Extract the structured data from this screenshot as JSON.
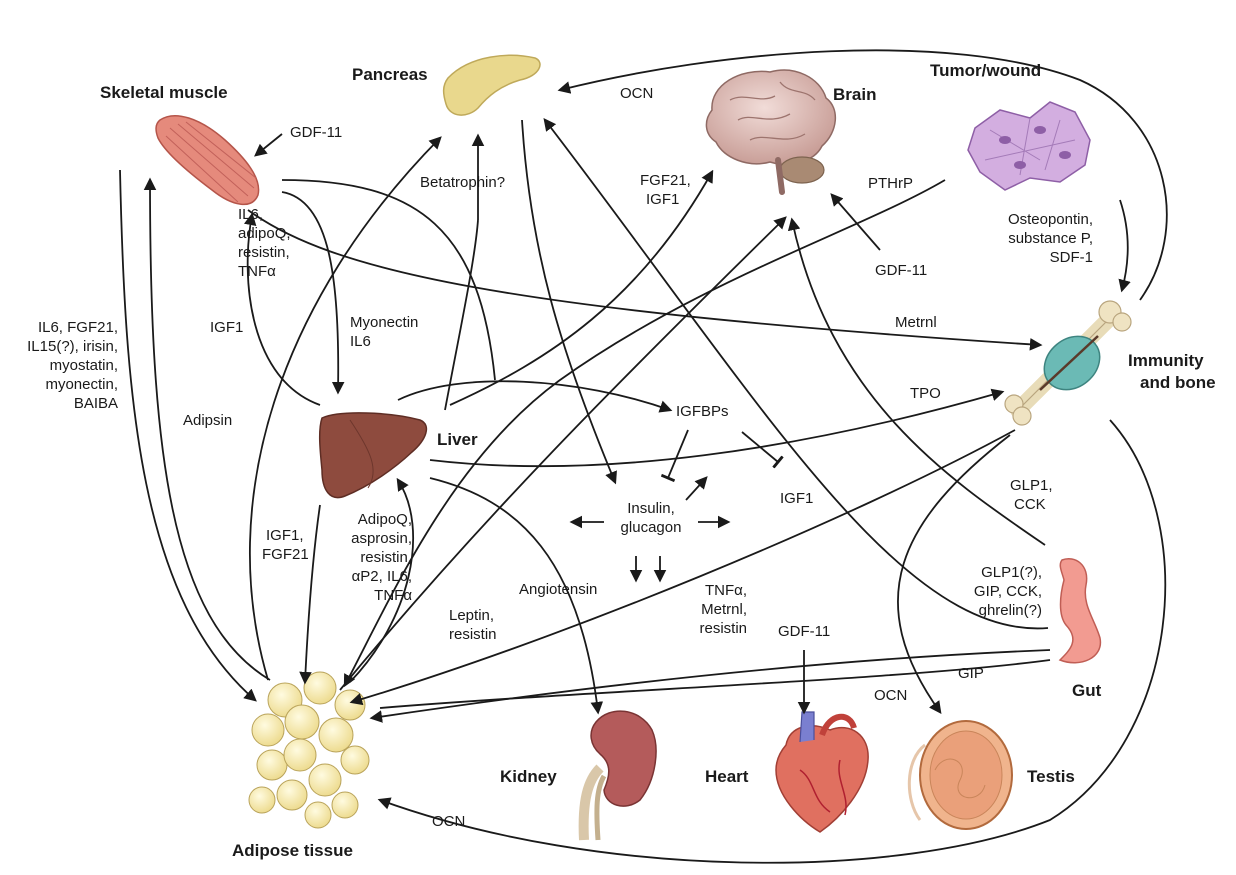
{
  "organs": {
    "skeletal_muscle": "Skeletal muscle",
    "pancreas": "Pancreas",
    "brain": "Brain",
    "tumor_wound": "Tumor/wound",
    "immunity_bone": [
      "Immunity",
      "and bone"
    ],
    "liver": "Liver",
    "gut": "Gut",
    "kidney": "Kidney",
    "heart": "Heart",
    "testis": "Testis",
    "adipose": "Adipose tissue"
  },
  "factors": {
    "gdf11_muscle": "GDF-11",
    "ocn_top": "OCN",
    "betatrophin": "Betatrophin?",
    "fgf21_igf1": [
      "FGF21,",
      "IGF1"
    ],
    "pthrp": "PTHrP",
    "gdf11_brain": "GDF-11",
    "muscle_secreted": [
      "IL6,",
      "adipoQ,",
      "resistin,",
      "TNFα"
    ],
    "tumor_secreted": [
      "Osteopontin,",
      "substance P,",
      "SDF-1"
    ],
    "muscle_to_adipose": [
      "IL6, FGF21,",
      "IL15(?), irisin,",
      "myostatin,",
      "myonectin,",
      "BAIBA"
    ],
    "igf1_liver_muscle": "IGF1",
    "myonectin": [
      "Myonectin",
      "IL6"
    ],
    "metrnl_top": "Metrnl",
    "adipsin": "Adipsin",
    "igfbps": "IGFBPs",
    "tpo": "TPO",
    "igf1_liver_adipose": [
      "IGF1,",
      "FGF21"
    ],
    "adipose_secreted": [
      "AdipoQ,",
      "asprosin,",
      "resistin,",
      "αP2, IL6,",
      "TNFα"
    ],
    "insulin_glucagon": [
      "Insulin,",
      "glucagon"
    ],
    "igf1_right": "IGF1",
    "glp1_cck": [
      "GLP1,",
      "CCK"
    ],
    "gut_secreted": [
      "GLP1(?),",
      "GIP, CCK,",
      "ghrelin(?)"
    ],
    "angiotensin": "Angiotensin",
    "leptin": [
      "Leptin,",
      "resistin"
    ],
    "bone_secreted": [
      "TNFα,",
      "Metrnl,",
      "resistin"
    ],
    "gdf11_heart": "GDF-11",
    "gip": "GIP",
    "ocn_testis": "OCN",
    "ocn_bottom": "OCN"
  },
  "colors": {
    "arrow": "#1a1a1a",
    "muscle": "#e07a6c",
    "pancreas": "#e4d38c",
    "brain": "#d9b3ad",
    "tumor": "#c79ad8",
    "bone": "#e8dcb8",
    "marrow": "#5fb3b3",
    "liver": "#8b4a3c",
    "adipose": "#f5e7a4",
    "kidney": "#b85a5a",
    "heart": "#d9534f",
    "testis": "#e6a077",
    "gut": "#f09a8f"
  }
}
